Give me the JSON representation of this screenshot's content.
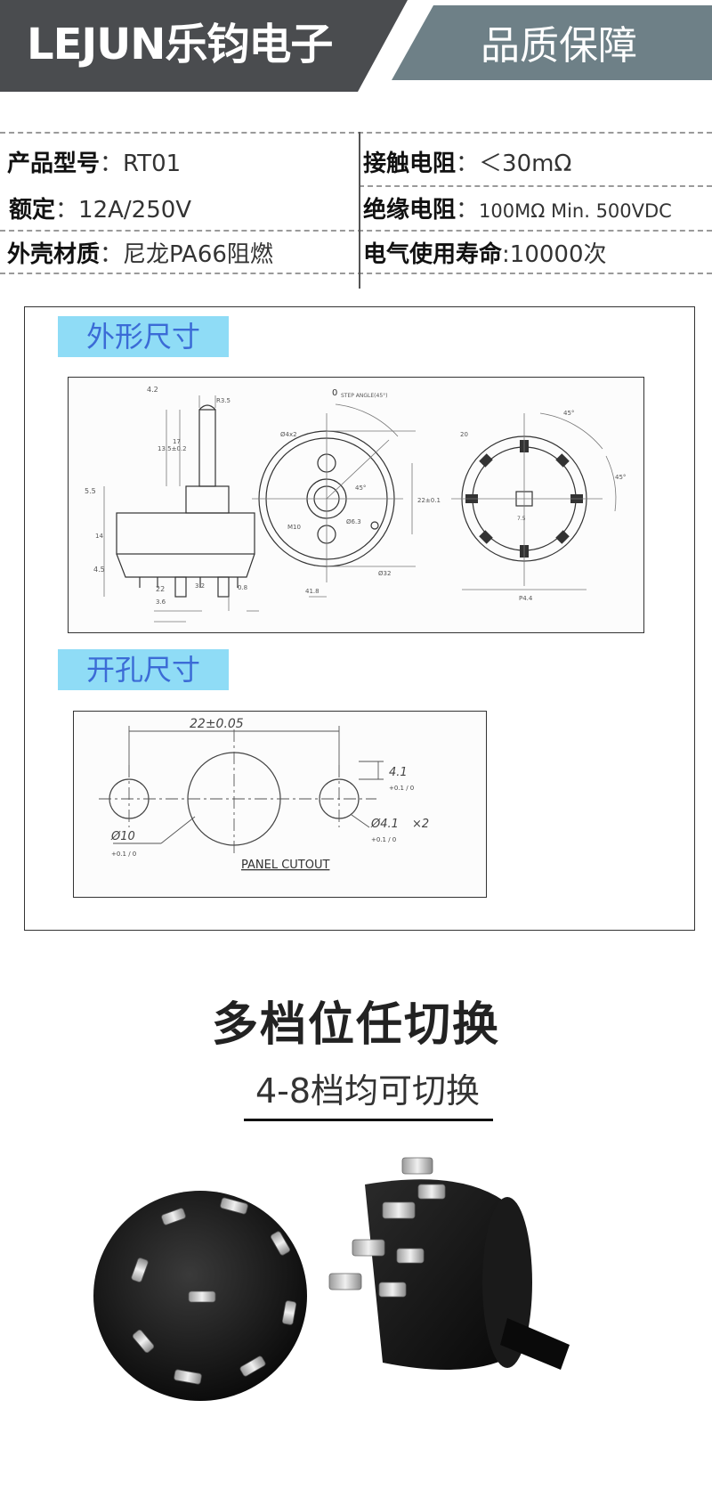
{
  "header": {
    "brand": "LEJUN乐钧电子",
    "slogan": "品质保障",
    "colors": {
      "dark": "#4a4c4f",
      "slate": "#6e8087"
    }
  },
  "specs": {
    "left": [
      {
        "label": "产品型号",
        "sep": "：",
        "value": "RT01"
      },
      {
        "label": "额定",
        "sep": "：",
        "value": "12A/250V"
      },
      {
        "label": "外壳材质",
        "sep": "：",
        "value": "尼龙PA66阻燃"
      }
    ],
    "right": [
      {
        "label": "接触电阻",
        "sep": "：",
        "value": "＜30mΩ"
      },
      {
        "label": "绝缘电阻",
        "sep": "：",
        "value": "100MΩ Min. 500VDC"
      },
      {
        "label": "电气使用寿命",
        "sep": ":",
        "value": "10000次"
      }
    ]
  },
  "drawing": {
    "section1": "外形尺寸",
    "section2": "开孔尺寸",
    "tag_color": "#8fdcf6",
    "dims": {
      "d1": "4.2",
      "d2": "R3.5",
      "d3": "13.5±0.2",
      "d4": "17",
      "d5": "5.5",
      "d6": "14",
      "d7": "4.5",
      "d8": "22",
      "d9": "3.6",
      "d10": "3.2",
      "d11": "0.8",
      "d12": "0",
      "d13": "STEP ANGLE(45°)",
      "d14": "Ø4x2",
      "d15": "45°",
      "d16": "M10",
      "d17": "Ø6.3",
      "d18": "22±0.1",
      "d19": "Ø32",
      "d20": "41.8",
      "d21": "45°",
      "d22": "45°",
      "d23": "P4.4",
      "d24": "20",
      "d25": "7.5"
    },
    "cutout": {
      "spacing": "22±0.05",
      "center_hole": "Ø10",
      "center_tol": "+0.1 / 0",
      "side_holes": "Ø4.1",
      "side_tol": "+0.1 / 0",
      "count": "×2",
      "flat": "4.1",
      "flat_tol": "+0.1 / 0",
      "caption": "PANEL CUTOUT"
    }
  },
  "feature": {
    "title": "多档位任切换",
    "subtitle": "4-8档均可切换"
  }
}
